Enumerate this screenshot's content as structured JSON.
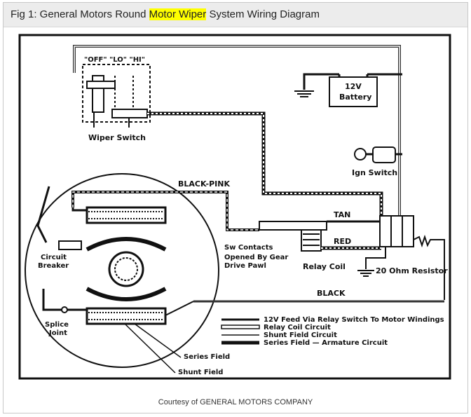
{
  "caption": {
    "prefix": "Fig 1: General Motors Round ",
    "highlight": "Motor Wiper",
    "suffix": " System Wiring Diagram"
  },
  "labels": {
    "switch_positions": "\"OFF\" \"LO\" \"HI\"",
    "wiper_switch": "Wiper Switch",
    "battery_voltage": "12V",
    "battery": "Battery",
    "ign_switch": "Ign Switch",
    "black_pink": "BLACK-PINK",
    "tan": "TAN",
    "red": "RED",
    "black": "BLACK",
    "sw_contacts_1": "Sw Contacts",
    "sw_contacts_2": "Opened By Gear",
    "sw_contacts_3": "Drive Pawl",
    "relay_coil": "Relay Coil",
    "resistor": "20 Ohm Resistor",
    "circuit_breaker_1": "Circuit",
    "circuit_breaker_2": "Breaker",
    "splice_1": "Splice",
    "splice_2": "Joint",
    "series_field": "Series Field",
    "shunt_field": "Shunt Field"
  },
  "legend": [
    "12V Feed Via Relay Switch To Motor Windings",
    "Relay Coil Circuit",
    "Shunt Field Circuit",
    "Series Field — Armature Circuit"
  ],
  "credit": "Courtesy of GENERAL MOTORS COMPANY"
}
